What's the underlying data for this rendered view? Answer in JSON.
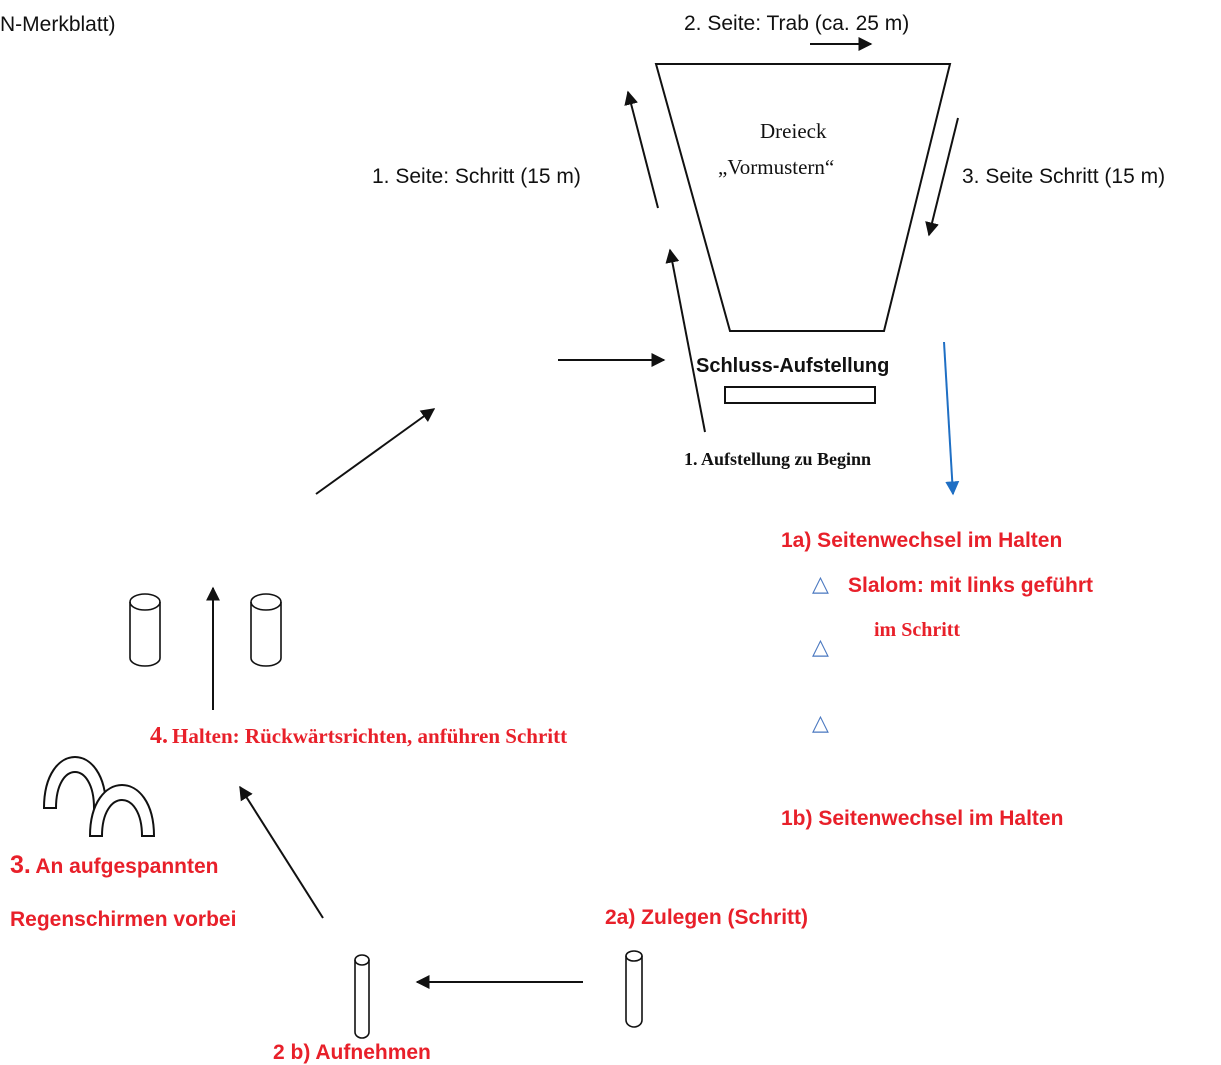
{
  "header_fragment": "N-Merkblatt)",
  "triangle": {
    "line1": "Dreieck",
    "line2": "„Vormustern“"
  },
  "sides": {
    "side1": "1. Seite: Schritt (15 m)",
    "side2": "2. Seite: Trab (ca. 25 m)",
    "side3": "3. Seite Schritt (15 m)"
  },
  "stations": {
    "final_lineup": "Schluss-Aufstellung",
    "start_lineup": "1. Aufstellung zu Beginn",
    "s1a": "1a) Seitenwechsel im Halten",
    "slalom": "Slalom: mit links geführt",
    "slalom_gait": "im Schritt",
    "s1b": "1b) Seitenwechsel im Halten",
    "s2a": "2a) Zulegen (Schritt)",
    "s2b": "2 b) Aufnehmen",
    "s3_number": "3.",
    "s3_line1": "An aufgespannten",
    "s3_line2": "Regenschirmen vorbei",
    "s4_number": "4.",
    "s4_text": "Halten: Rückwärtsrichten, anführen Schritt"
  },
  "colors": {
    "red": "#e8202a",
    "blue_arrow": "#1f6fc4",
    "cone_blue": "#4a78c0",
    "black": "#111111"
  },
  "icons": [
    "triangle-cone-icon",
    "pylon-icon",
    "umbrella-icon",
    "arrow"
  ]
}
